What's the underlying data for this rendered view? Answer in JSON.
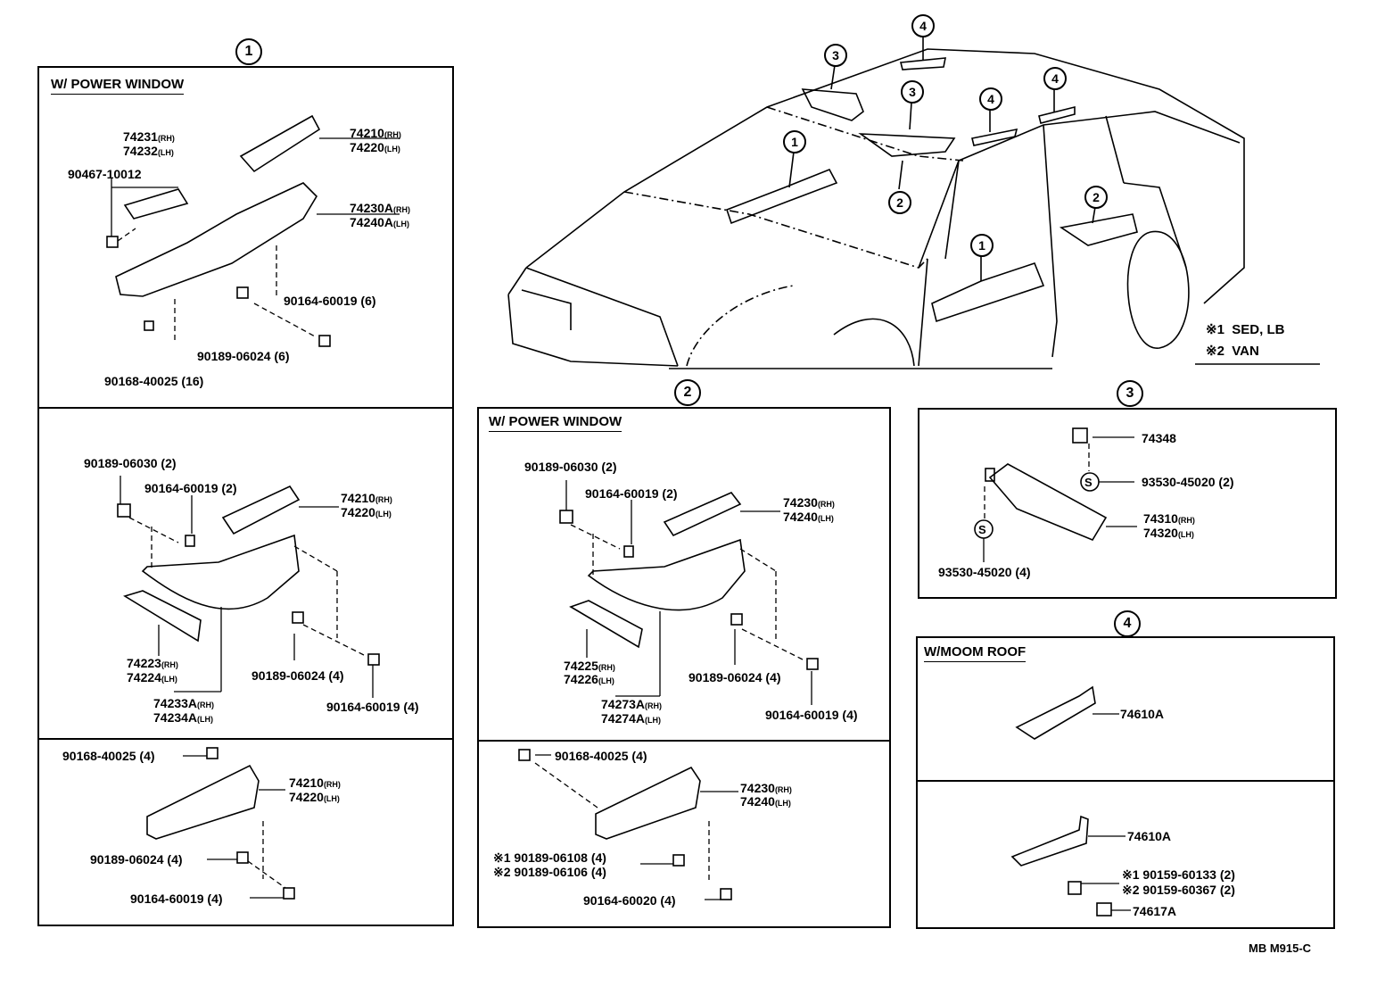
{
  "sections": {
    "s1": {
      "marker": "1",
      "title": "W/ POWER WINDOW"
    },
    "s2": {
      "marker": "2",
      "title": "W/ POWER WINDOW"
    },
    "s3": {
      "marker": "3"
    },
    "s4": {
      "marker": "4",
      "title": "W/MOOM ROOF"
    }
  },
  "car_markers": [
    "1",
    "2",
    "3",
    "4"
  ],
  "legend": {
    "row1_mark": "※1",
    "row1_text": "SED, LB",
    "row2_mark": "※2",
    "row2_text": "VAN"
  },
  "labels": {
    "a1": "74231",
    "a1s": "(RH)",
    "a2": "74232",
    "a2s": "(LH)",
    "a3": "90467-10012",
    "a4": "74210",
    "a4s": "(RH)",
    "a5": "74220",
    "a5s": "(LH)",
    "a6": "74230A",
    "a6s": "(RH)",
    "a7": "74240A",
    "a7s": "(LH)",
    "a8": "90164-60019 (6)",
    "a9": "90189-06024 (6)",
    "a10": "90168-40025 (16)",
    "b1": "90189-06030 (2)",
    "b2": "90164-60019 (2)",
    "b3": "74210",
    "b3s": "(RH)",
    "b4": "74220",
    "b4s": "(LH)",
    "b5": "74223",
    "b5s": "(RH)",
    "b6": "74224",
    "b6s": "(LH)",
    "b7": "74233A",
    "b7s": "(RH)",
    "b8": "74234A",
    "b8s": "(LH)",
    "b9": "90189-06024 (4)",
    "b10": "90164-60019 (4)",
    "c1": "90168-40025 (4)",
    "c2": "74210",
    "c2s": "(RH)",
    "c3": "74220",
    "c3s": "(LH)",
    "c4": "90189-06024 (4)",
    "c5": "90164-60019 (4)",
    "d1": "90189-06030 (2)",
    "d2": "90164-60019 (2)",
    "d3": "74230",
    "d3s": "(RH)",
    "d4": "74240",
    "d4s": "(LH)",
    "d5": "74225",
    "d5s": "(RH)",
    "d6": "74226",
    "d6s": "(LH)",
    "d7": "74273A",
    "d7s": "(RH)",
    "d8": "74274A",
    "d8s": "(LH)",
    "d9": "90189-06024 (4)",
    "d10": "90164-60019 (4)",
    "e1": "90168-40025 (4)",
    "e2": "74230",
    "e2s": "(RH)",
    "e3": "74240",
    "e3s": "(LH)",
    "e4": "※1 90189-06108 (4)",
    "e5": "※2 90189-06106 (4)",
    "e6": "90164-60020 (4)",
    "f1": "74348",
    "f2": "93530-45020 (2)",
    "f3": "74310",
    "f3s": "(RH)",
    "f4": "74320",
    "f4s": "(LH)",
    "f5": "93530-45020 (4)",
    "g1": "74610A",
    "g2": "74610A",
    "g3": "※1 90159-60133 (2)",
    "g4": "※2 90159-60367 (2)",
    "g5": "74617A"
  },
  "diagram_code": "MB M915-C"
}
